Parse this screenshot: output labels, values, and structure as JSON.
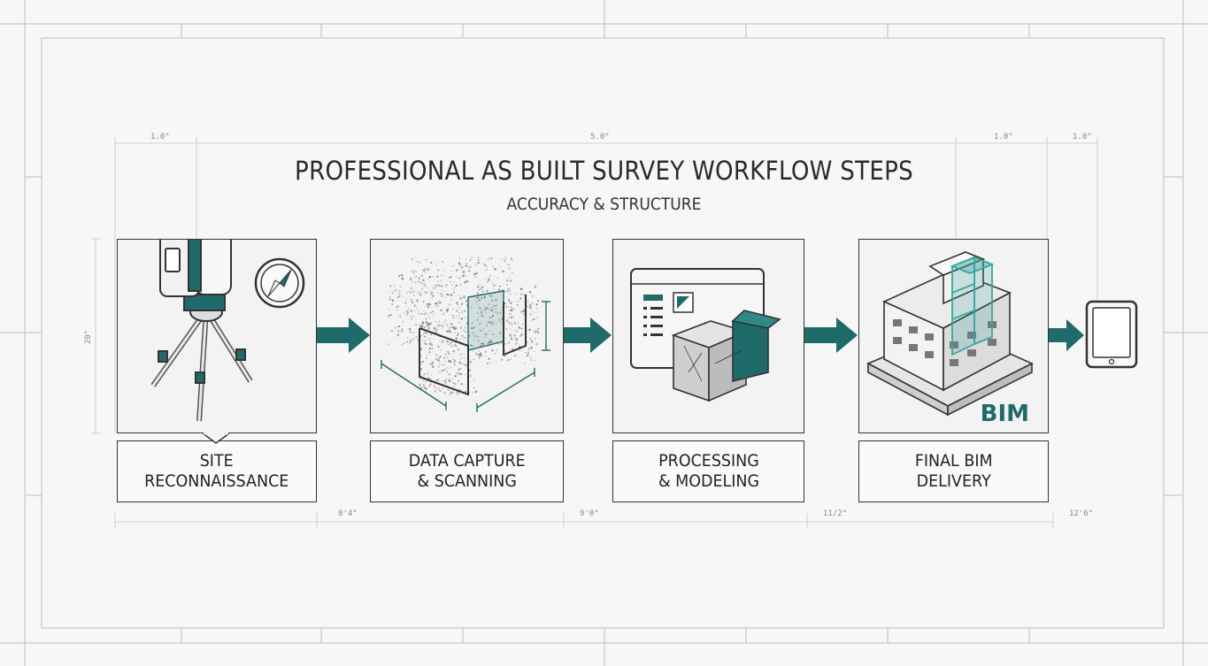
{
  "title": "PROFESSIONAL AS BUILT SURVEY WORKFLOW STEPS",
  "subtitle": "ACCURACY & STRUCTURE",
  "accent_color": "#1f6b69",
  "steps": [
    {
      "label": "SITE\nRECONNAISSANCE",
      "icon": "laser-scanner-tripod-icon"
    },
    {
      "label": "DATA CAPTURE\n& SCANNING",
      "icon": "point-cloud-icon"
    },
    {
      "label": "PROCESSING\n& MODELING",
      "icon": "software-model-icon"
    },
    {
      "label": "FINAL BIM\nDELIVERY",
      "icon": "bim-building-icon"
    }
  ],
  "bim_badge": "BIM",
  "dimensions": {
    "top": [
      "1.0\"",
      "5.0\"",
      "1.0\"",
      "1.0\""
    ],
    "side": "20\"",
    "bottom": [
      "8'4\"",
      "9'0\"",
      "11/2\"",
      "12'6\""
    ]
  }
}
